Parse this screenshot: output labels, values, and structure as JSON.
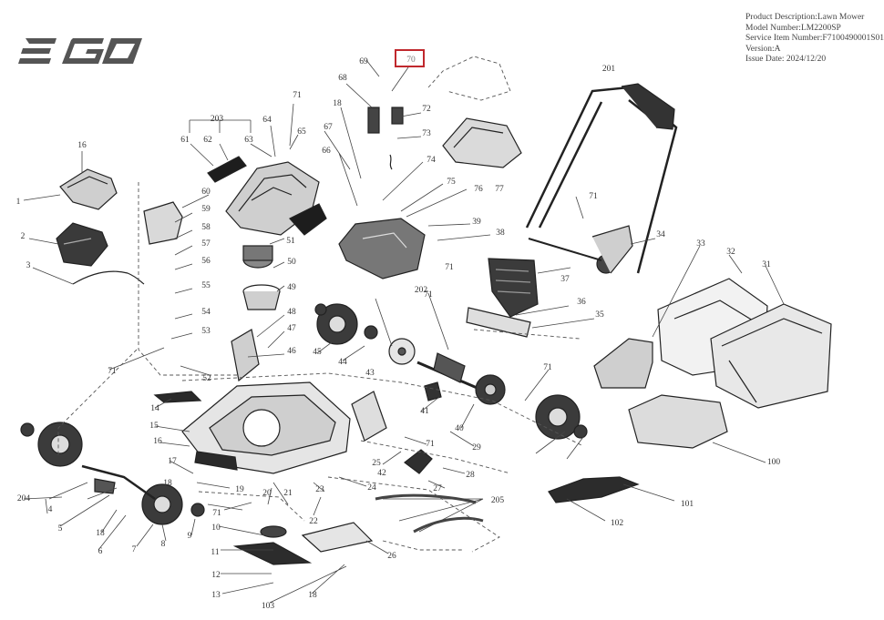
{
  "header": {
    "product_description": "Product Description:Lawn Mower",
    "model_number": "Model Number:LM2200SP",
    "service_item_number": "Service Item Number:F7100490001S01",
    "version": "Version:A",
    "issue_date": "Issue Date: 2024/12/20"
  },
  "brand": {
    "logo_text": "EGO",
    "color": "#555555"
  },
  "highlight": {
    "callout": "70",
    "color": "#c0282d"
  },
  "callouts": [
    "1",
    "2",
    "3",
    "4",
    "5",
    "6",
    "7",
    "8",
    "9",
    "10",
    "11",
    "12",
    "13",
    "14",
    "15",
    "16",
    "16",
    "17",
    "18",
    "18",
    "18",
    "18",
    "19",
    "20",
    "21",
    "22",
    "23",
    "24",
    "25",
    "26",
    "27",
    "28",
    "29",
    "31",
    "32",
    "33",
    "34",
    "35",
    "36",
    "37",
    "38",
    "39",
    "40",
    "41",
    "42",
    "43",
    "44",
    "45",
    "46",
    "47",
    "48",
    "49",
    "50",
    "51",
    "52",
    "53",
    "54",
    "55",
    "56",
    "57",
    "58",
    "59",
    "60",
    "61",
    "62",
    "63",
    "64",
    "65",
    "66",
    "67",
    "68",
    "69",
    "70",
    "71",
    "71",
    "71",
    "71",
    "71",
    "71",
    "71",
    "71",
    "72",
    "73",
    "74",
    "75",
    "76",
    "77",
    "100",
    "101",
    "102",
    "103",
    "201",
    "202",
    "203",
    "204",
    "205"
  ]
}
